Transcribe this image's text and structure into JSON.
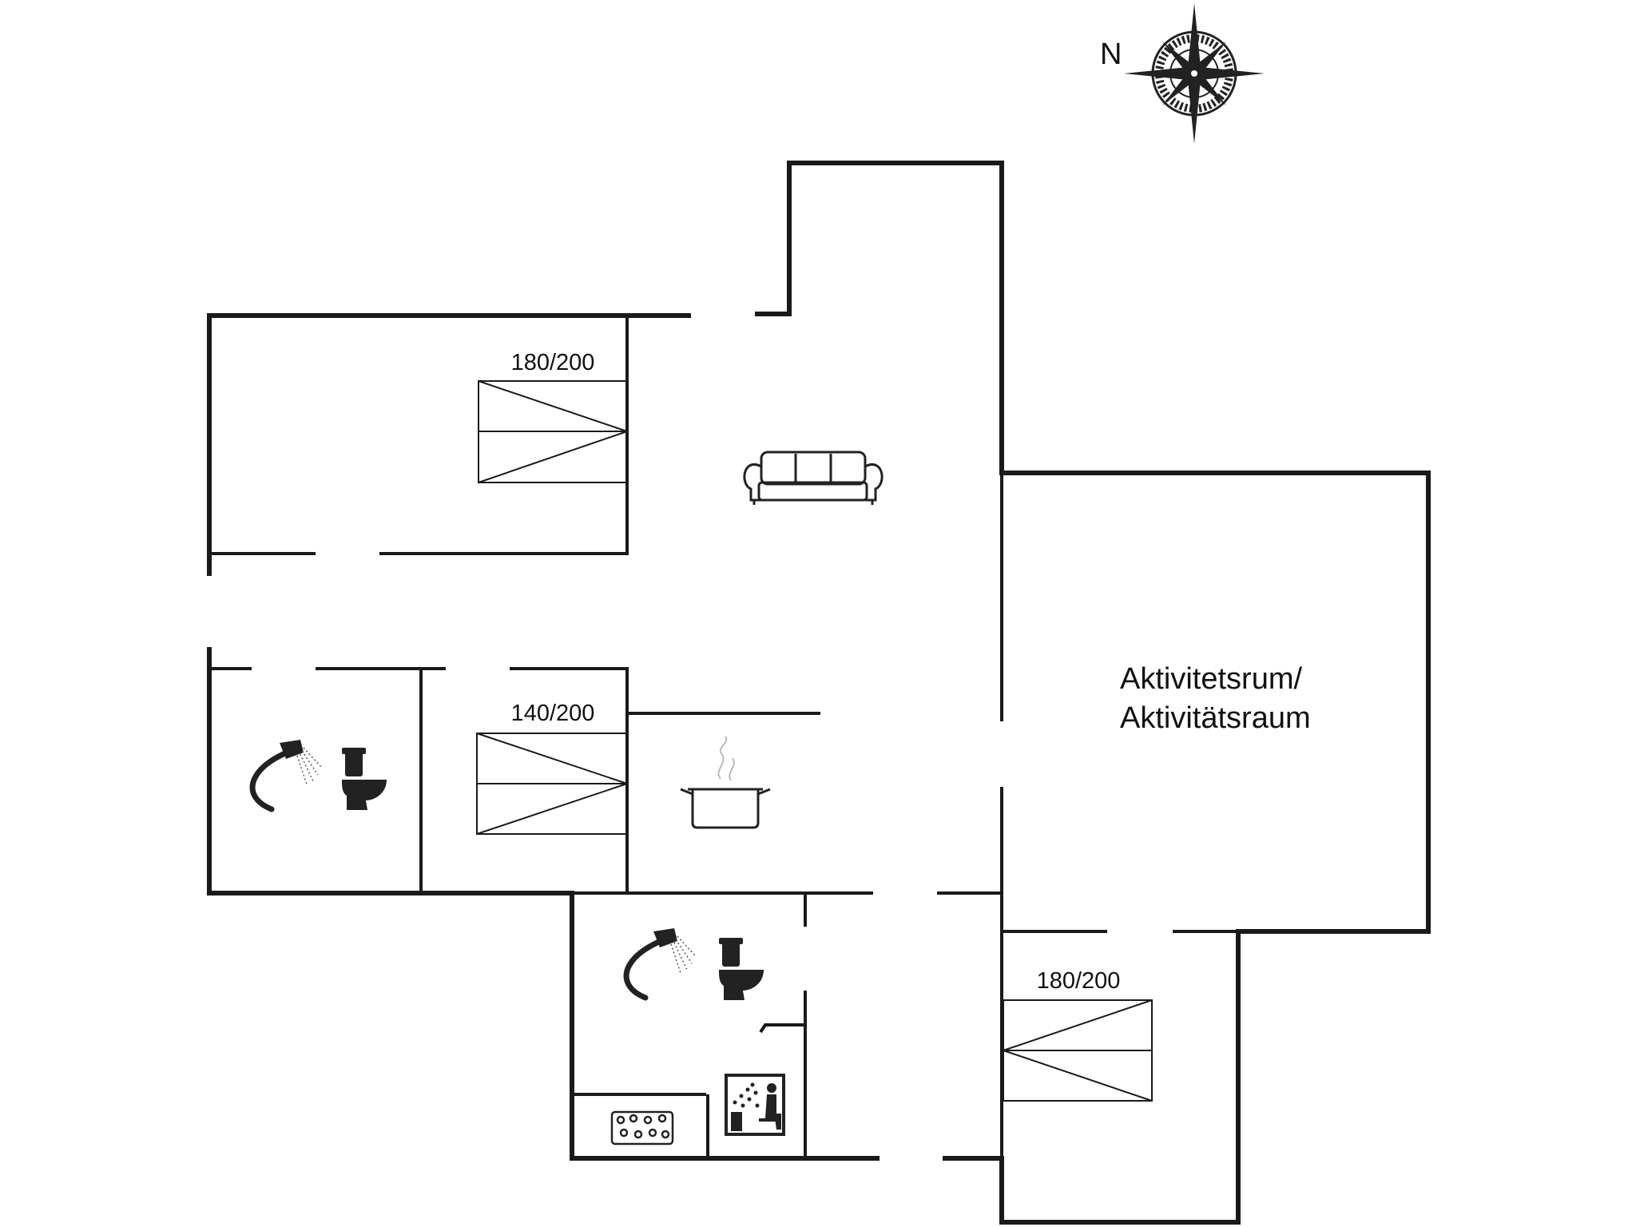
{
  "compass": {
    "north_label": "N",
    "icon": "compass-rose-icon"
  },
  "rooms": {
    "activity_room": {
      "line1": "Aktivitetsrum/",
      "line2": "Aktivitätsraum"
    }
  },
  "beds": [
    {
      "size": "180/200"
    },
    {
      "size": "140/200"
    },
    {
      "size": "180/200"
    }
  ],
  "icons": [
    "sofa-icon",
    "cooking-pot-icon",
    "shower-icon",
    "toilet-icon",
    "sauna-icon",
    "hot-tub-icon"
  ],
  "colors": {
    "walls": "#1a1a1a",
    "background": "#ffffff"
  }
}
